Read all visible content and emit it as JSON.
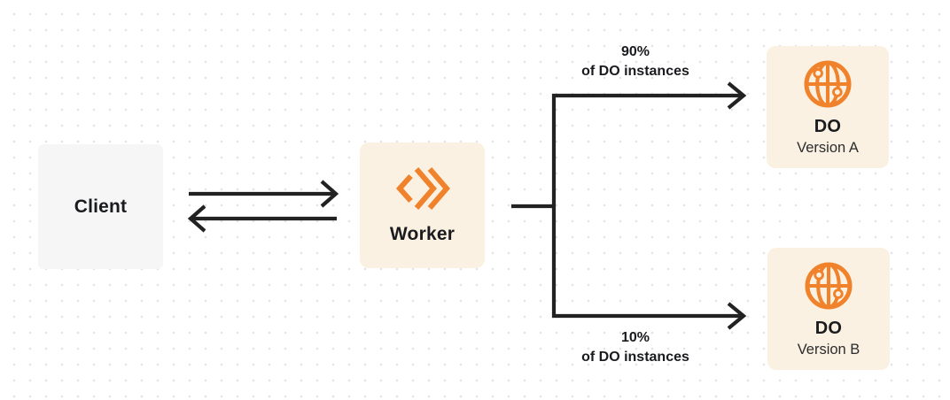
{
  "diagram": {
    "nodes": {
      "client": {
        "label": "Client"
      },
      "worker": {
        "label": "Worker",
        "icon": "cloudflare-workers-icon"
      },
      "do_version_a": {
        "title": "DO",
        "subtitle": "Version A",
        "icon": "durable-object-globe-icon"
      },
      "do_version_b": {
        "title": "DO",
        "subtitle": "Version B",
        "icon": "durable-object-globe-icon"
      }
    },
    "edges": {
      "worker_do_a": {
        "percent": "90%",
        "caption": "of DO instances"
      },
      "worker_do_b": {
        "percent": "10%",
        "caption": "of DO instances"
      }
    },
    "colors": {
      "orange": "#EF822B",
      "arrow_line": "#222222",
      "client_box_bg": "#F6F6F7",
      "orange_box_bg": "#FBF1E2",
      "text": "#1A1B1E",
      "dot_grid": "#E4E4E6"
    }
  }
}
